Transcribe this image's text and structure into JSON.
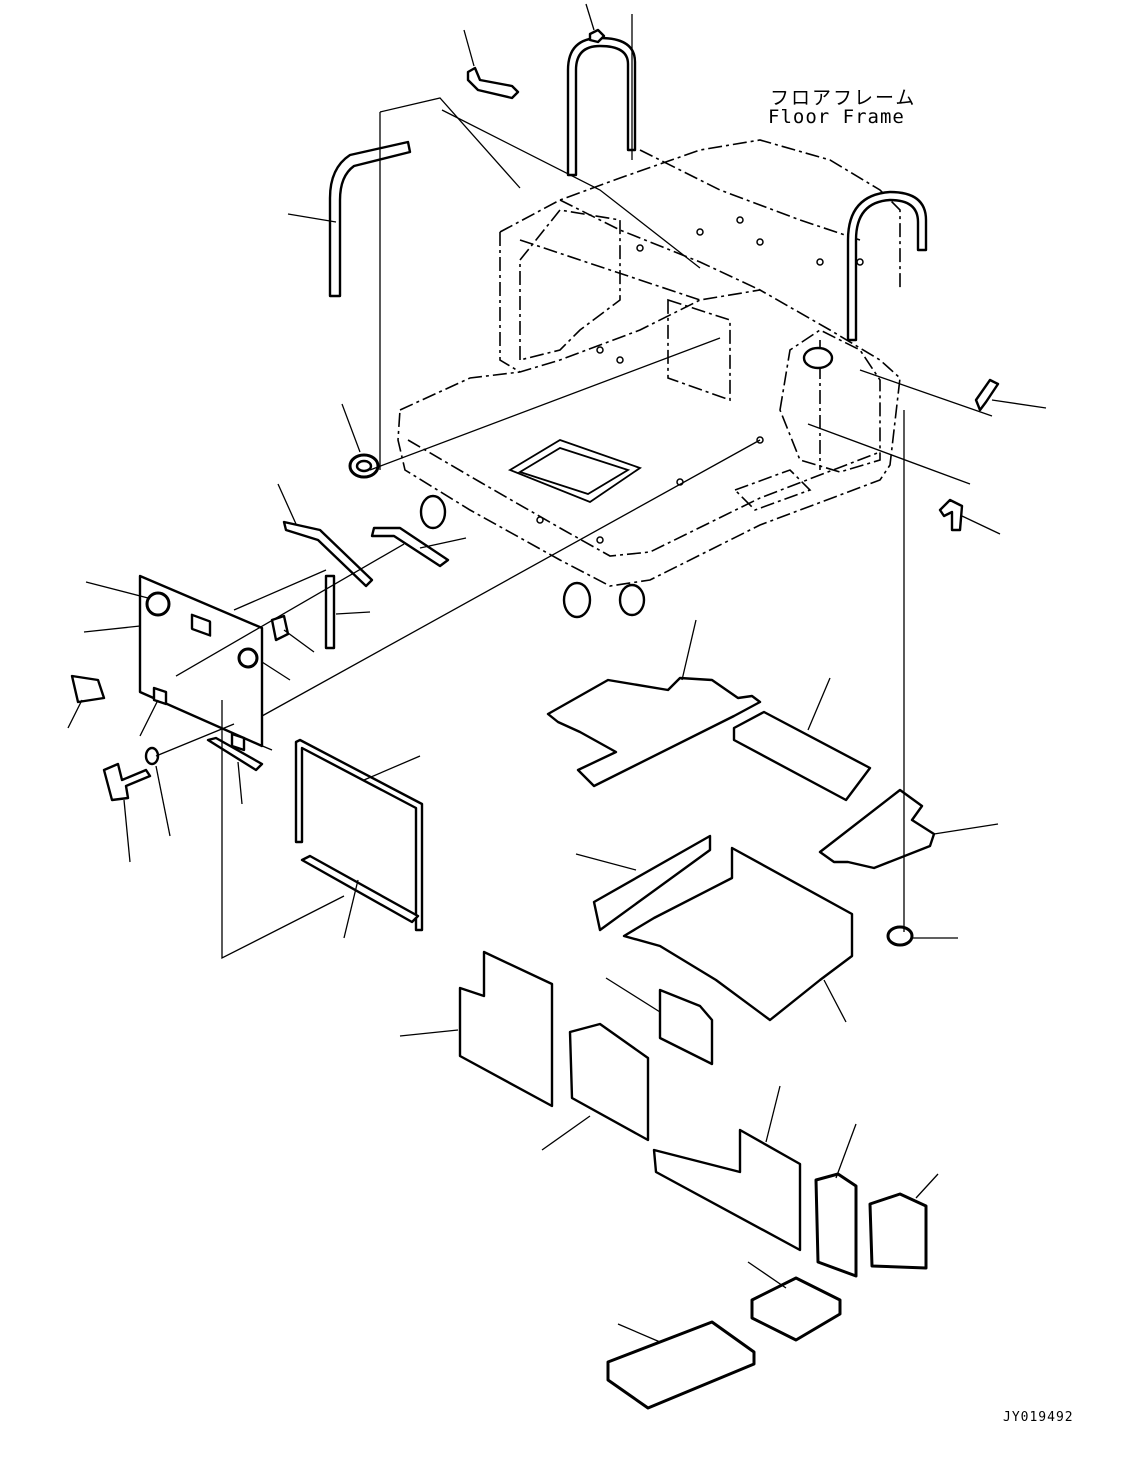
{
  "floor_frame": {
    "label_jp": "フロアフレーム",
    "label_en": "Floor Frame"
  },
  "drawing_number": "JY019492"
}
